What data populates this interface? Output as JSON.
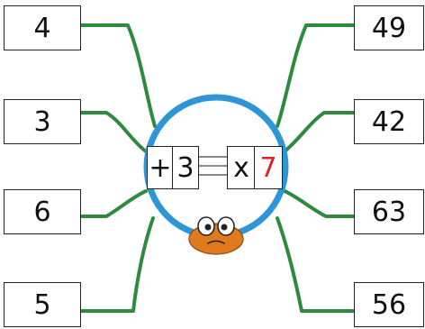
{
  "inputs": [
    "4",
    "3",
    "6",
    "5"
  ],
  "outputs": [
    "49",
    "42",
    "63",
    "56"
  ],
  "machine": {
    "op1_symbol": "+",
    "op1_value": "3",
    "op2_symbol": "x",
    "op2_value": "7"
  },
  "colors": {
    "ring": "#2e95d6",
    "legs": "#2e8b3e",
    "body": "#e07a1e",
    "highlight_value": "#e02020"
  }
}
